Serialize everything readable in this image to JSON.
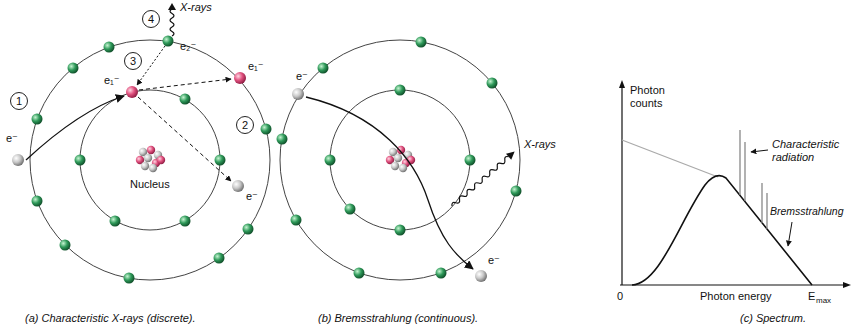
{
  "diagram": {
    "nodes": [
      {
        "text": [
          "1"
        ]
      },
      {
        "text": [
          "2"
        ]
      },
      {
        "text": [
          "3"
        ]
      },
      {
        "text": [
          "4"
        ]
      }
    ],
    "labels": [
      "X-rays",
      "e₂⁻",
      "e₁⁻",
      "e⁻",
      "e₁⁻",
      "e⁻",
      "Nucleus",
      "e⁻",
      "X-rays",
      "e⁻",
      "Photon counts",
      "Characteristic radiation",
      "Bremsstrahlung",
      "0",
      "Photon energy",
      "E",
      "max",
      "(a) Characteristic X-rays (discrete).",
      "(b) Bremsstrahlung (continuous).",
      "(c) Spectrum."
    ]
  }
}
